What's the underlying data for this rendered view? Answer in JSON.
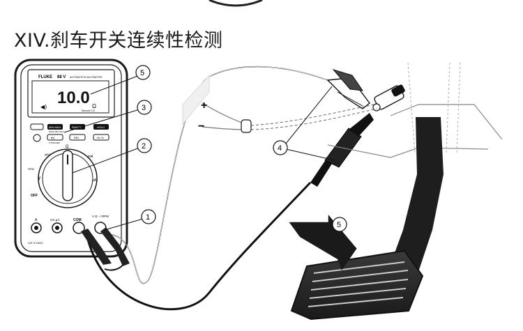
{
  "title": "XIV.刹车开关连续性检测",
  "meter": {
    "brand": "FLUKE",
    "model": "88 V",
    "model_sub": "AUTOMOTIVE MULTIMETER",
    "reading": "10.0",
    "unit": "Ω",
    "display_note": "Manual 0.10",
    "buttons": [
      "MIN MAX",
      "RANGE",
      "HOLD",
      "●))",
      "REL",
      "Hz %"
    ],
    "button_caption": "PEAK MIN MAX",
    "button_caption2": "CTRIGGER",
    "dial_labels": [
      "OFF",
      "V",
      "mV",
      "Ω",
      "mA",
      "μA",
      "RPM"
    ],
    "jacks": [
      "A",
      "mA μA",
      "COM",
      "V Ω ⊣ RPM"
    ],
    "jack_note": "CAT III 1000V"
  },
  "callouts": [
    "5",
    "3",
    "2",
    "1",
    "4",
    "5"
  ],
  "polarity": {
    "plus": "+",
    "minus": "−"
  },
  "colors": {
    "line": "#1a1a1a",
    "probe_red": "#2a2a2a",
    "probe_black": "#111111"
  }
}
